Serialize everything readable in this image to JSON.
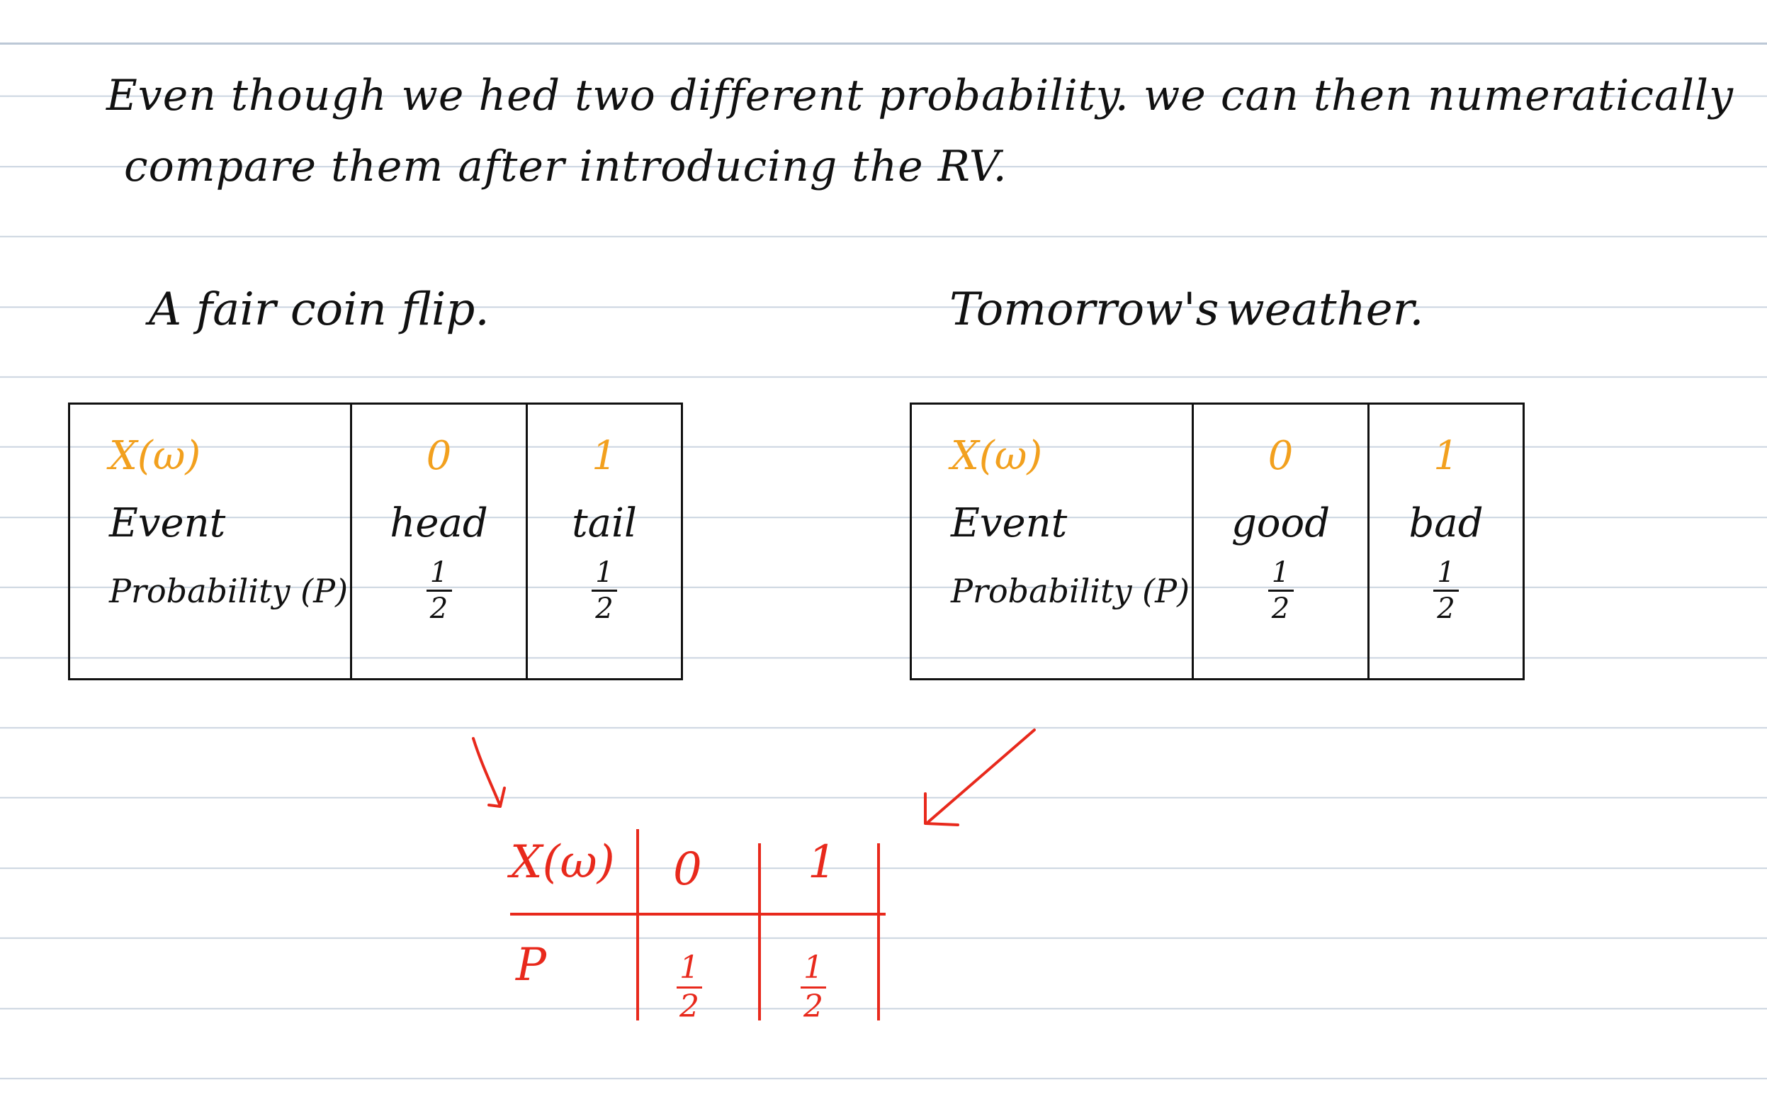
{
  "intro": {
    "line1": "Even though we hed two different probability. we can then numeratically",
    "line2": "compare them after introducing the RV."
  },
  "left_example": {
    "heading": "A fair coin flip.",
    "labels": {
      "x": "X(ω)",
      "event": "Event",
      "prob": "Probability (P)"
    },
    "columns": [
      {
        "x": "0",
        "event": "head",
        "p_num": "1",
        "p_den": "2"
      },
      {
        "x": "1",
        "event": "tail",
        "p_num": "1",
        "p_den": "2"
      }
    ]
  },
  "right_example": {
    "heading_a": "Tomorrow's",
    "heading_b": "weather.",
    "labels": {
      "x": "X(ω)",
      "event": "Event",
      "prob": "Probability (P)"
    },
    "columns": [
      {
        "x": "0",
        "event": "good",
        "p_num": "1",
        "p_den": "2"
      },
      {
        "x": "1",
        "event": "bad",
        "p_num": "1",
        "p_den": "2"
      }
    ]
  },
  "combined": {
    "x_label": "X(ω)",
    "p_label": "P",
    "values": [
      "0",
      "1"
    ],
    "probs": [
      {
        "num": "1",
        "den": "2"
      },
      {
        "num": "1",
        "den": "2"
      }
    ]
  },
  "colors": {
    "ink": "#111111",
    "orange": "#f2a01e",
    "red": "#e8291c",
    "rule": "#c9d3df"
  }
}
